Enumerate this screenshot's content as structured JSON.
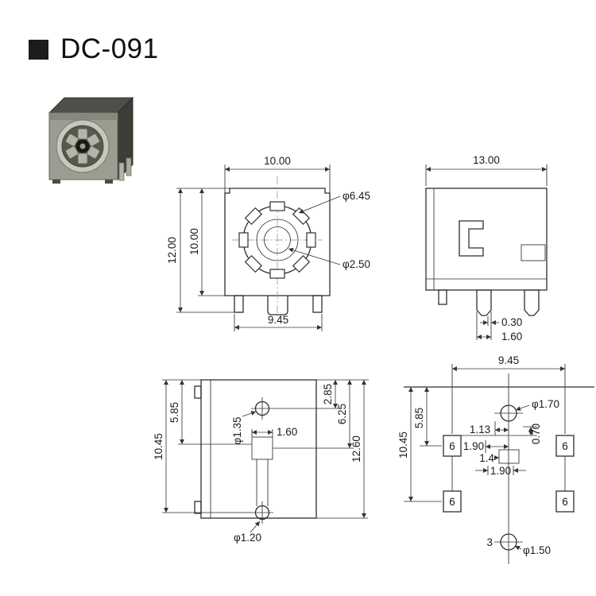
{
  "header": {
    "title": "DC-091"
  },
  "colors": {
    "line": "#2e2e2e",
    "background": "#ffffff"
  },
  "views": {
    "front": {
      "dim_width_top": "10.00",
      "dim_height_outer": "12.00",
      "dim_height_inner": "10.00",
      "dim_width_bottom": "9.45",
      "dia_opening": "φ6.45",
      "dia_center_pin": "φ2.50"
    },
    "side": {
      "dim_width_top": "13.00",
      "dim_pin_offset": "0.30",
      "dim_pin_width": "1.60"
    },
    "profile": {
      "dim_left_upper": "5.85",
      "dim_left_full": "10.45",
      "dim_right_upper": "2.85",
      "dim_right_mid": "6.25",
      "dim_right_full": "12.60",
      "dia_pin_top": "φ1.35",
      "dim_slot_width": "1.60",
      "dia_pin_bottom": "φ1.20"
    },
    "footprint": {
      "dim_width_top": "9.45",
      "dim_left_upper": "5.85",
      "dim_left_full": "10.45",
      "dia_hole_top": "φ1.70",
      "dim_hole_offset_x": "1.13",
      "dim_hole_offset_y": "0.70",
      "dim_pitch_upper": "1.90",
      "dim_pad_width": "1.4",
      "dim_pitch_lower": "1.90",
      "pad_label": "6",
      "pin_number": "3",
      "dia_hole_bottom": "φ1.50"
    }
  }
}
